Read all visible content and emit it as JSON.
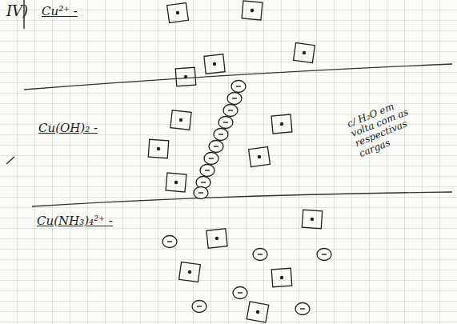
{
  "diagram": {
    "labels": [
      "IV)",
      "Cu²⁺ -",
      "Cu(OH)₂ -",
      "Cu(NH₃)₄²⁺ -",
      "c/ H₂O em volta com as respectivas cargas"
    ]
  }
}
